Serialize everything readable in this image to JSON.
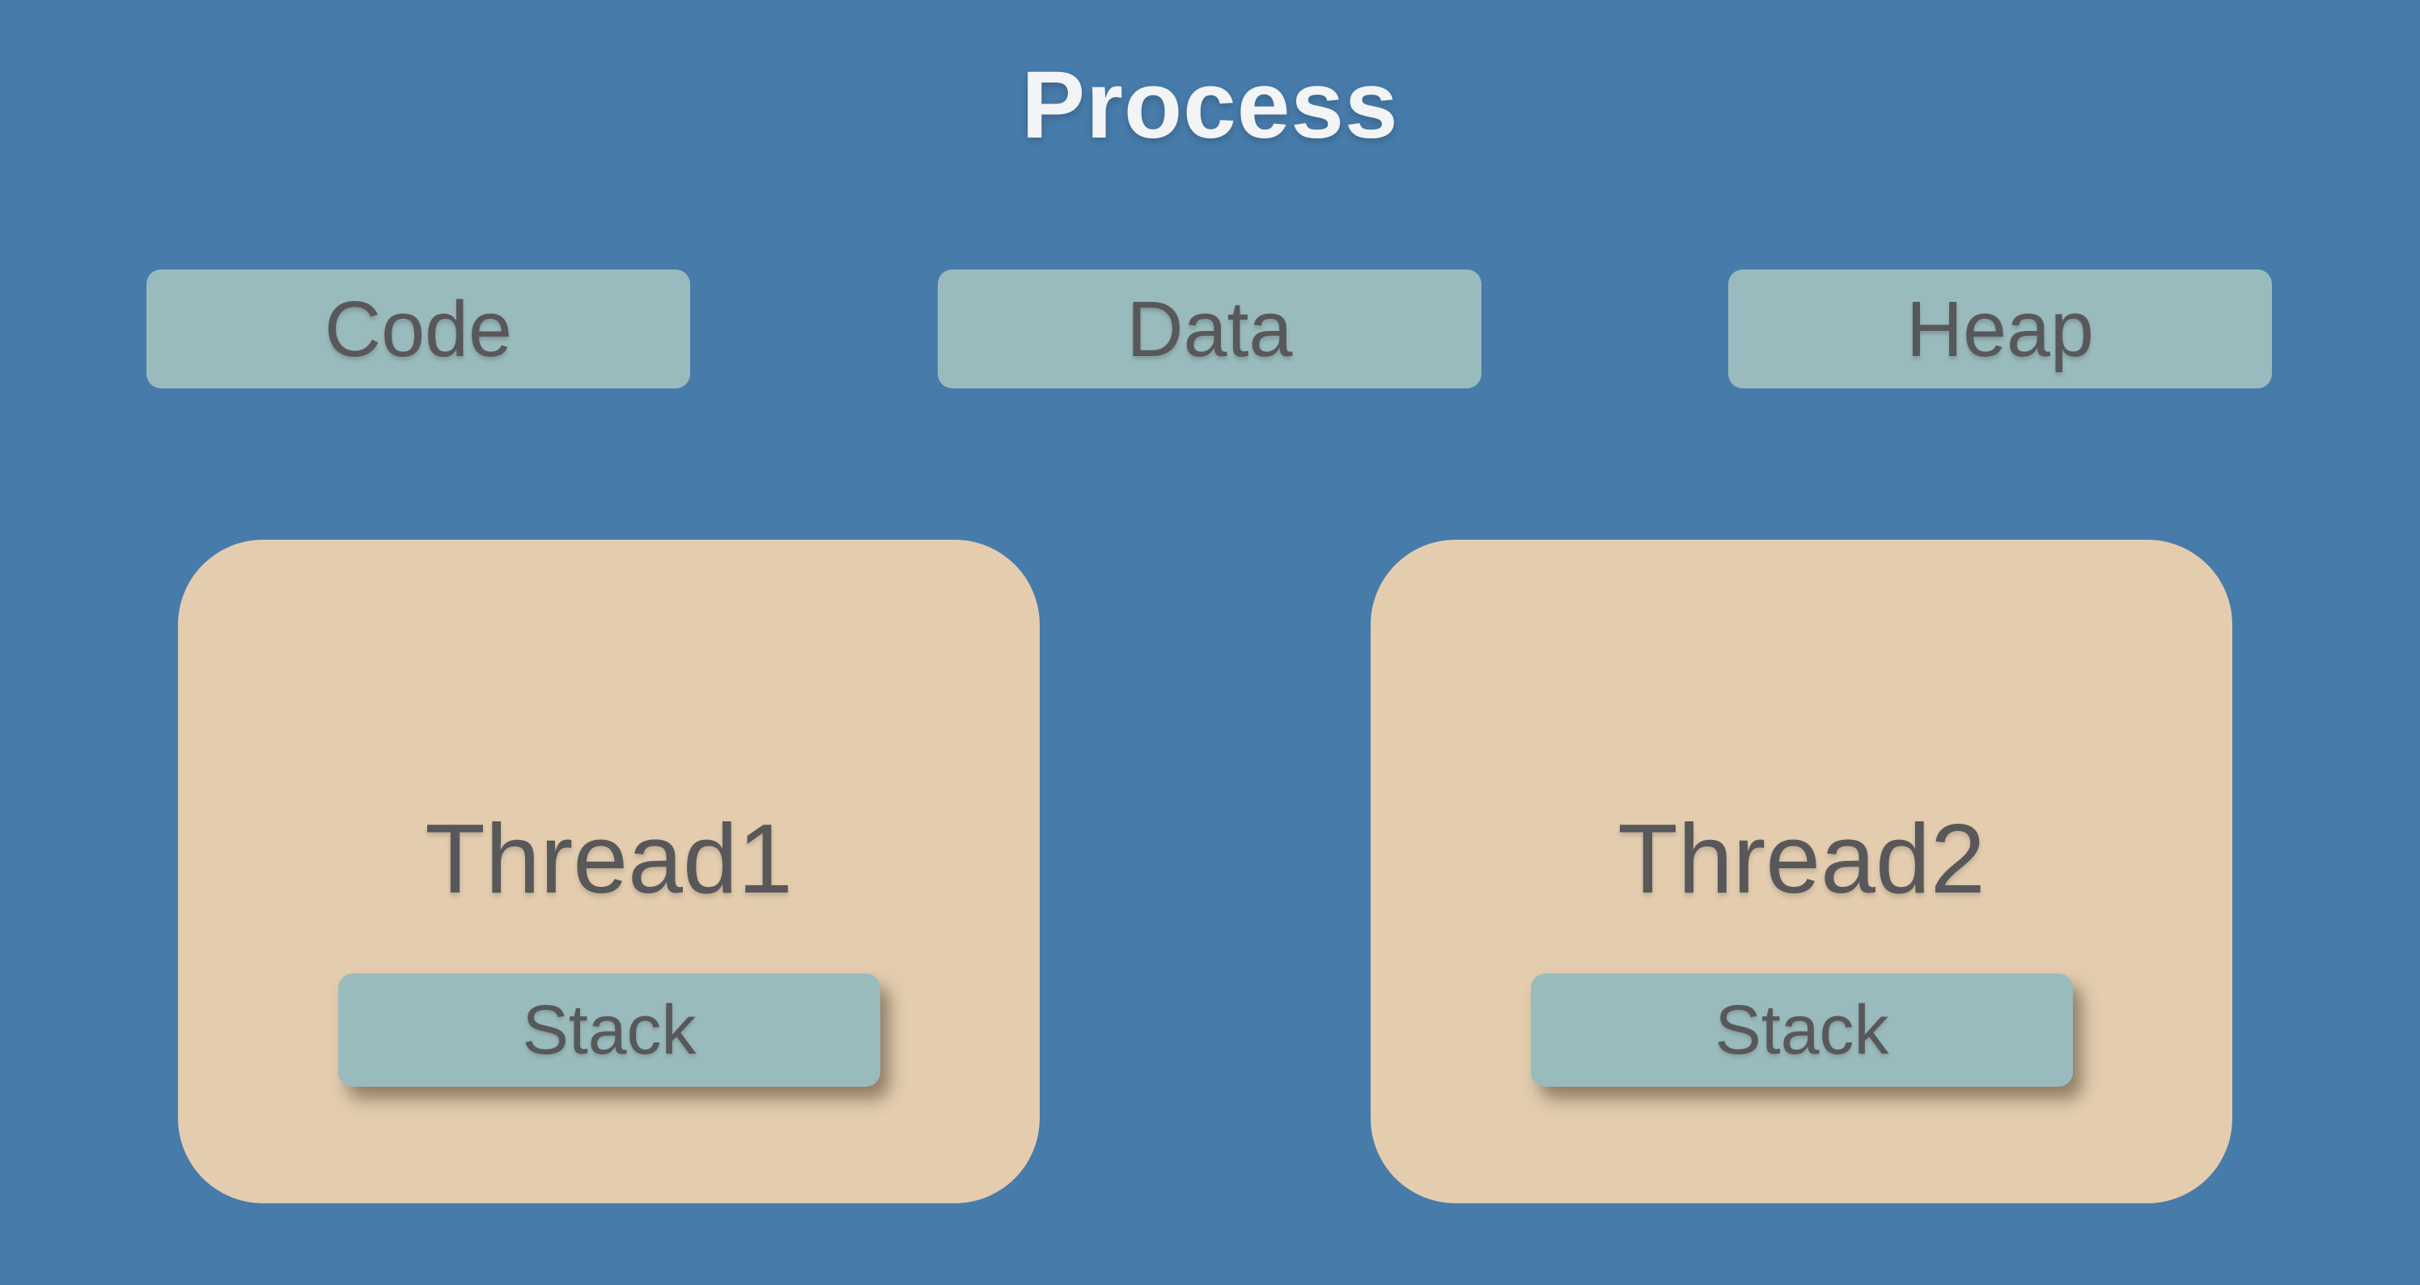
{
  "diagram": {
    "title": "Process",
    "segments": [
      {
        "label": "Code"
      },
      {
        "label": "Data"
      },
      {
        "label": "Heap"
      }
    ],
    "threads": [
      {
        "label": "Thread1",
        "stack_label": "Stack"
      },
      {
        "label": "Thread2",
        "stack_label": "Stack"
      }
    ],
    "colors": {
      "background": "#477BAA",
      "segment_fill": "#9ABBBD",
      "thread_fill": "#E4CDAF",
      "label_text": "#58585A",
      "title_text": "#F2F4F5",
      "stack_shadow": "rgba(60,48,32,0.50)"
    }
  }
}
